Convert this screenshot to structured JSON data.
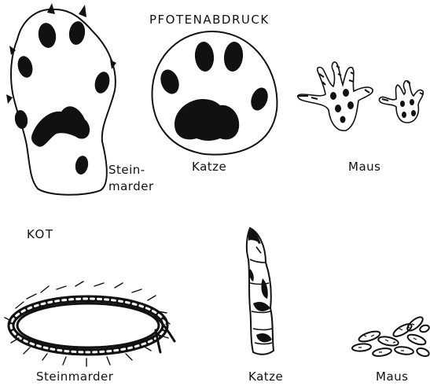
{
  "headings": {
    "paw_prints": "PFOTENABDRUCK",
    "droppings": "KOT"
  },
  "paw_labels": {
    "marten_line1": "Stein-",
    "marten_line2": "marder",
    "cat": "Katze",
    "mouse": "Maus"
  },
  "dropping_labels": {
    "marten": "Steinmarder",
    "cat": "Katze",
    "mouse": "Maus"
  },
  "colors": {
    "ink": "#111111",
    "paper": "#ffffff"
  }
}
